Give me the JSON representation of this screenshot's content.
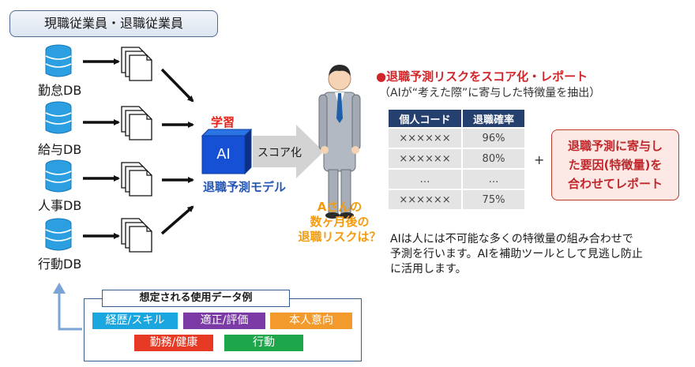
{
  "title": "現職従業員・退職従業員",
  "databases": [
    "勤怠DB",
    "給与DB",
    "人事DB",
    "行動DB"
  ],
  "learning_label": "学習",
  "model_cube_text": "AI",
  "model_label": "退職予測モデル",
  "score_label": "スコア化",
  "question_lines": [
    "Aさんの",
    "数ヶ月後の",
    "退職リスクは？"
  ],
  "report_heading": "●退職予測リスクをスコア化・レポート",
  "report_subheading": "（AIが“考えた際”に寄与した特徴量を抽出）",
  "table": {
    "headers": [
      "個人コード",
      "退職確率"
    ],
    "rows": [
      [
        "××××××",
        "96%"
      ],
      [
        "××××××",
        "80%"
      ],
      [
        "…",
        "…"
      ],
      [
        "××××××",
        "75%"
      ]
    ]
  },
  "plus_sign": "+",
  "report_box_lines": [
    "退職予測に寄与し",
    "た要因(特徴量)を",
    "合わせてレポート"
  ],
  "description_lines": [
    "AIは人には不可能な多くの特徴量の組み合わせで",
    "予測を行います。AIを補助ツールとして見逃し防止",
    "に活用します。"
  ],
  "usage_title": "想定される使用データ例",
  "usage_tags": [
    {
      "label": "経歴/スキル",
      "color": "#1aa7e0"
    },
    {
      "label": "適正/評価",
      "color": "#7b3aa6"
    },
    {
      "label": "本人意向",
      "color": "#f39a2d"
    },
    {
      "label": "勤務/健康",
      "color": "#e63a24"
    },
    {
      "label": "行動",
      "color": "#1ea64b"
    }
  ],
  "colors": {
    "accent_red": "#e2231a",
    "model_blue": "#2254b4",
    "table_header": "#25406e",
    "question_orange": "#f39c12",
    "arrow_blue": "#7aa3d6"
  }
}
